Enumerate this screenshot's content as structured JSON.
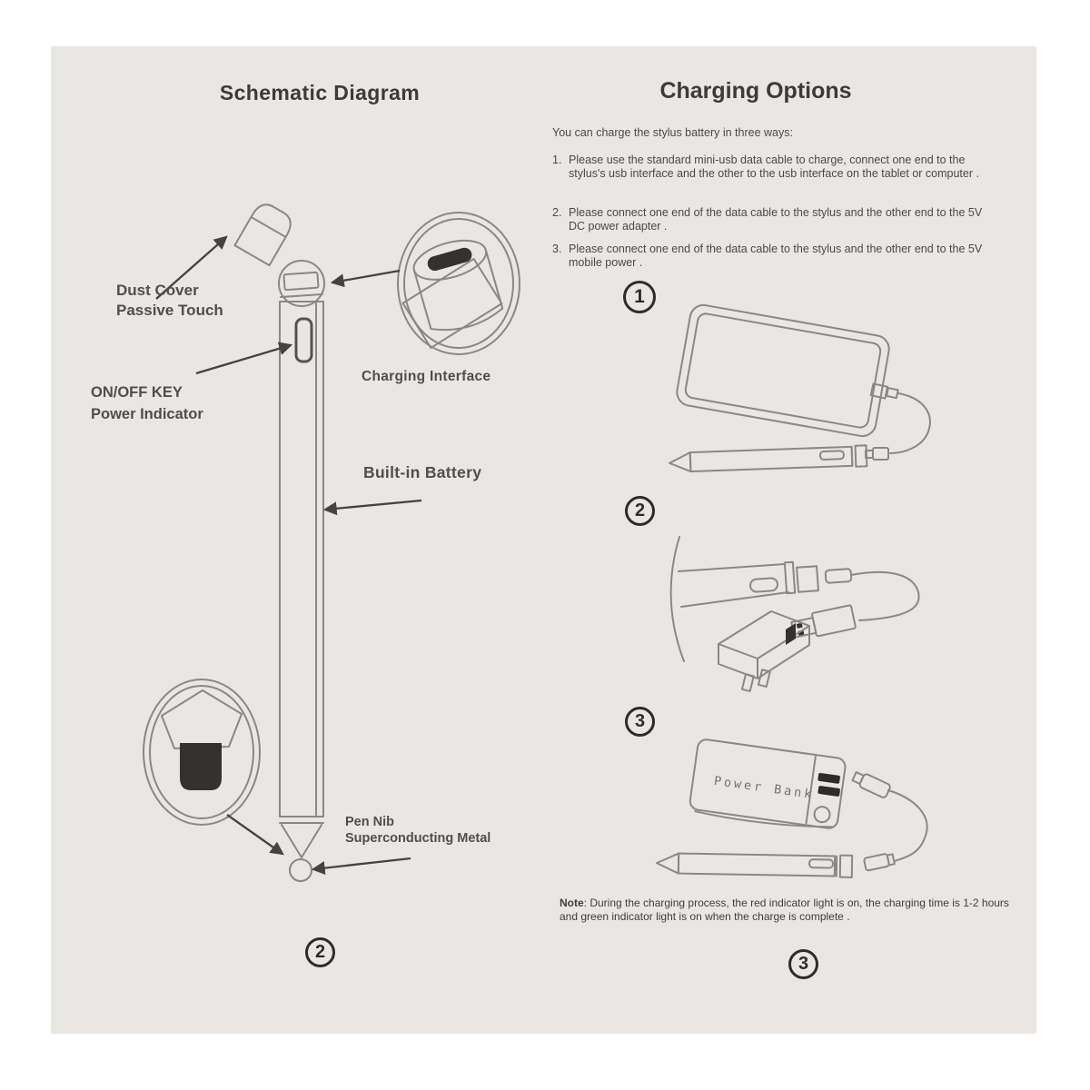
{
  "schematic": {
    "title": "Schematic Diagram",
    "labels": {
      "dust_cover_line1": "Dust Cover",
      "dust_cover_line2": "Passive Touch",
      "onoff_line1": "ON/OFF KEY",
      "onoff_line2": "Power Indicator",
      "charging_interface": "Charging Interface",
      "builtin_battery": "Built-in Battery",
      "pen_nib_line1": "Pen Nib",
      "pen_nib_line2": "Superconducting Metal"
    },
    "page_number": "2"
  },
  "charging": {
    "title": "Charging Options",
    "intro": "You can charge the stylus battery in three ways:",
    "steps": [
      {
        "num": "1.",
        "text": "Please use the standard mini-usb data cable to charge, connect one end to the stylus's usb interface and the other to the usb interface on the tablet or computer ."
      },
      {
        "num": "2.",
        "text": "Please connect one end of the data cable to the stylus and the other end to the 5V DC power adapter ."
      },
      {
        "num": "3.",
        "text": "Please connect one end of the data cable to the stylus and the other end to the 5V mobile power ."
      }
    ],
    "figure_numbers": [
      "1",
      "2",
      "3"
    ],
    "power_bank_label": "Power Bank",
    "note_label": "Note",
    "note_text": ": During the charging process, the red indicator light is on, the charging time is 1-2 hours and green indicator light is on when the charge is complete .",
    "page_number": "3"
  },
  "colors": {
    "paper": "#e9e7e4",
    "line_art": "#8a8784",
    "arrow": "#454341",
    "dark_fill": "#34312e",
    "text": "#4b4947"
  }
}
